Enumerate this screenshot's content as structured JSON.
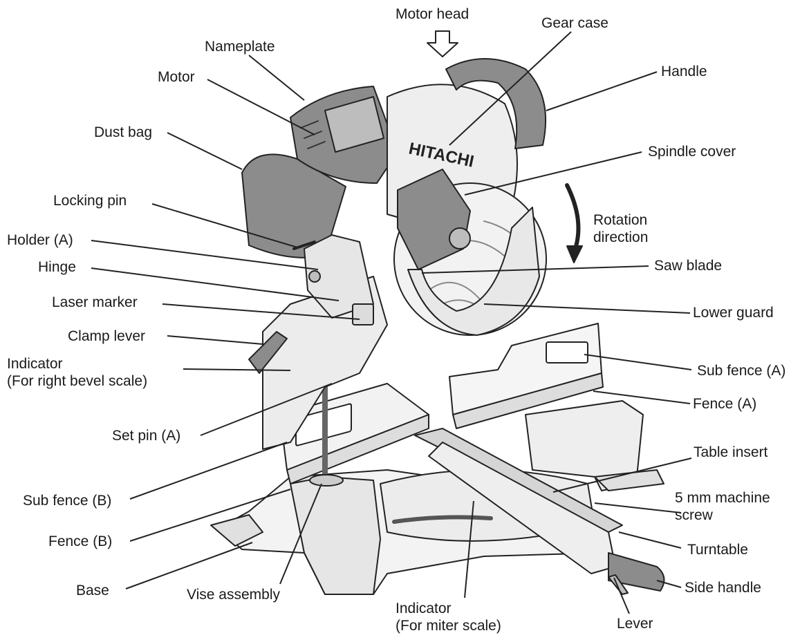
{
  "brand": "HITACHI",
  "labels": {
    "motor_head": "Motor head",
    "gear_case": "Gear case",
    "nameplate": "Nameplate",
    "handle": "Handle",
    "motor": "Motor",
    "dust_bag": "Dust bag",
    "spindle_cover": "Spindle cover",
    "locking_pin": "Locking pin",
    "rotation_direction_1": "Rotation",
    "rotation_direction_2": "direction",
    "holder_a": "Holder (A)",
    "hinge": "Hinge",
    "saw_blade": "Saw blade",
    "laser_marker": "Laser marker",
    "lower_guard": "Lower guard",
    "clamp_lever": "Clamp lever",
    "indicator_bevel_1": "Indicator",
    "indicator_bevel_2": "(For right bevel scale)",
    "sub_fence_a": "Sub fence (A)",
    "fence_a": "Fence (A)",
    "set_pin_a": "Set pin (A)",
    "table_insert": "Table insert",
    "sub_fence_b": "Sub fence (B)",
    "machine_screw_1": "5 mm machine",
    "machine_screw_2": "screw",
    "fence_b": "Fence (B)",
    "turntable": "Turntable",
    "base": "Base",
    "vise_assembly": "Vise assembly",
    "side_handle": "Side handle",
    "indicator_miter_1": "Indicator",
    "indicator_miter_2": "(For miter scale)",
    "lever": "Lever"
  },
  "colors": {
    "line": "#222222",
    "dark_part": "#8c8c8c",
    "mid_part": "#bdbdbd",
    "light_part": "#e6e6e6"
  }
}
